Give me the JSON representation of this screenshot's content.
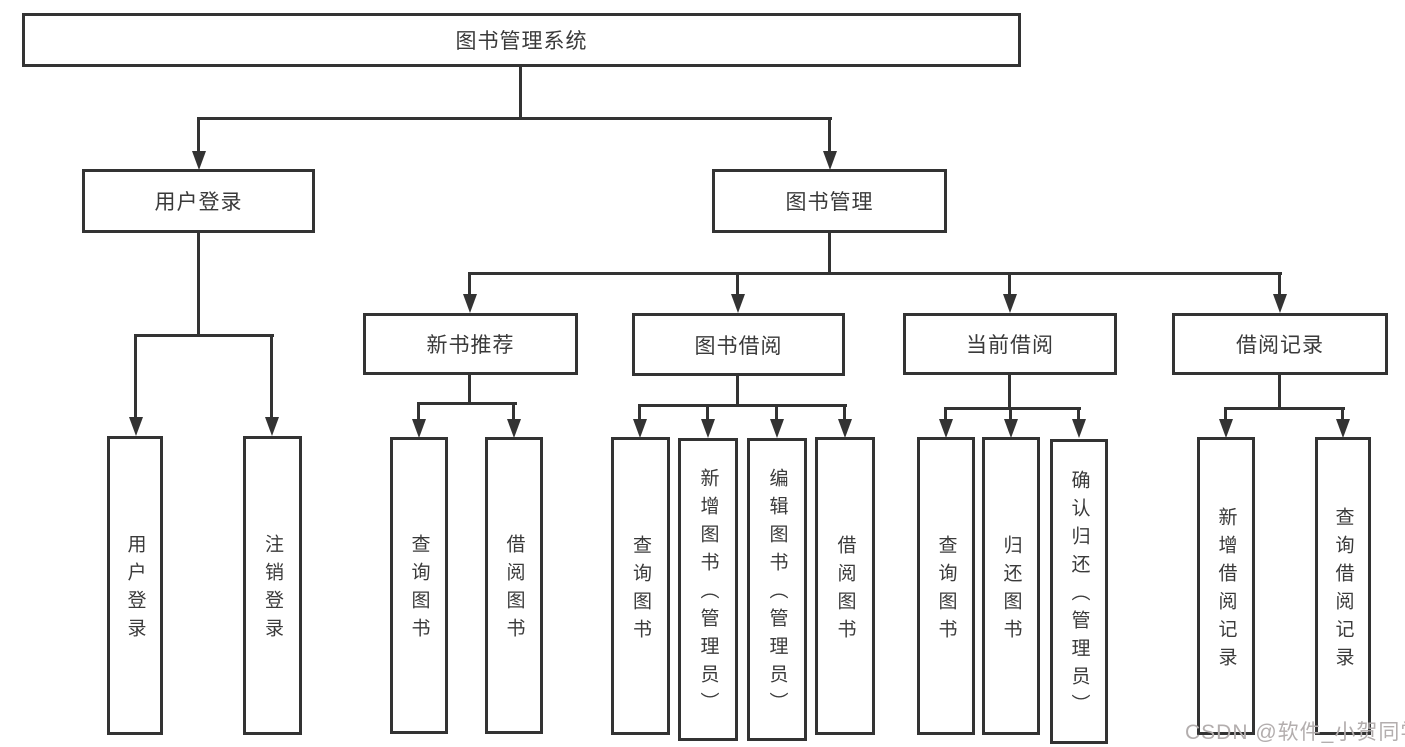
{
  "tree": {
    "root": "图书管理系统",
    "branches": [
      {
        "label": "用户登录",
        "children": [
          {
            "label": "用户登录"
          },
          {
            "label": "注销登录"
          }
        ]
      },
      {
        "label": "图书管理",
        "children": [
          {
            "label": "新书推荐",
            "children": [
              {
                "label": "查询图书"
              },
              {
                "label": "借阅图书"
              }
            ]
          },
          {
            "label": "图书借阅",
            "children": [
              {
                "label": "查询图书"
              },
              {
                "label": "新增图书（管理员）"
              },
              {
                "label": "编辑图书（管理员）"
              },
              {
                "label": "借阅图书"
              }
            ]
          },
          {
            "label": "当前借阅",
            "children": [
              {
                "label": "查询图书"
              },
              {
                "label": "归还图书"
              },
              {
                "label": "确认归还（管理员）"
              }
            ]
          },
          {
            "label": "借阅记录",
            "children": [
              {
                "label": "新增借阅记录"
              },
              {
                "label": "查询借阅记录"
              }
            ]
          }
        ]
      }
    ]
  },
  "watermark": "CSDN @软件_小贺同学",
  "colors": {
    "line": "#333333",
    "text": "#3a3a3a",
    "background": "#ffffff",
    "watermark": "#b3aeae"
  }
}
